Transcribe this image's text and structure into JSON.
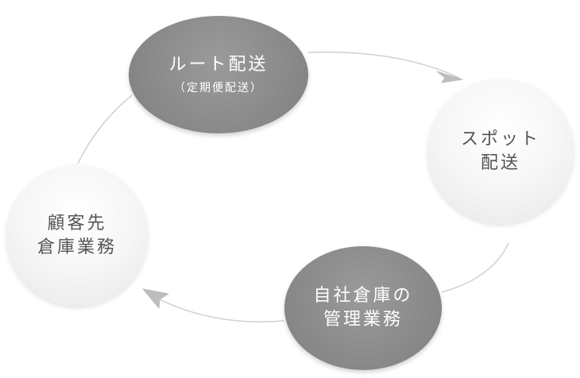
{
  "nodes": {
    "route": {
      "label": "ルート配送",
      "sublabel": "（定期便配送）"
    },
    "spot": {
      "line1": "スポット",
      "line2": "配送"
    },
    "warehouse": {
      "line1": "自社倉庫の",
      "line2": "管理業務"
    },
    "customer": {
      "line1": "顧客先",
      "line2": "倉庫業務"
    }
  },
  "colors": {
    "dark_node": "#8a8a8a",
    "light_node": "#f4f4f4",
    "connector": "#d0d0d0",
    "arrow": "#bdbdbd"
  }
}
